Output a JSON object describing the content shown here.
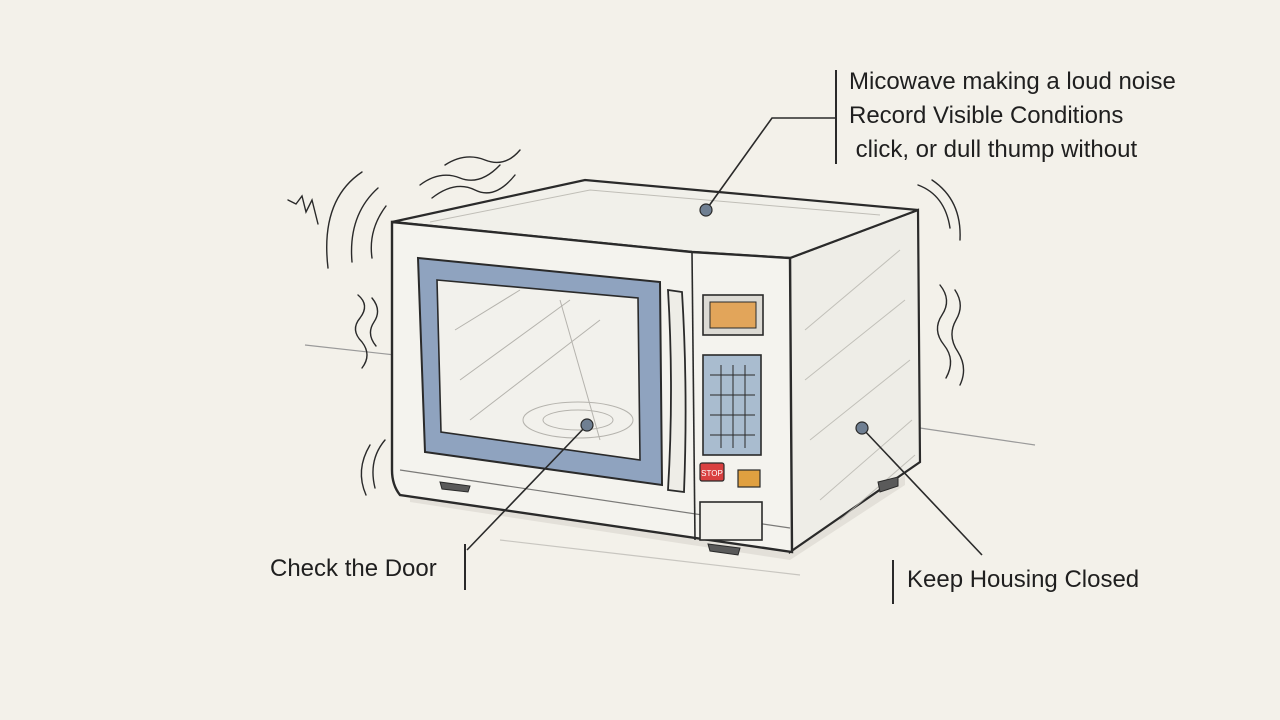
{
  "callouts": {
    "top": {
      "lines": [
        "Micowave making a loud noise",
        "Record Visible Conditions",
        " click, or dull thump without"
      ]
    },
    "door": {
      "label": "Check the Door"
    },
    "housing": {
      "label": "Keep Housing Closed"
    }
  },
  "panel": {
    "stop_label": "STOP"
  },
  "colors": {
    "background": "#f3f1ea",
    "ink": "#2a2a2a",
    "door_frame": "#8fa3bf",
    "display": "#e2a55a",
    "keypad": "#a9bccf",
    "stop_button": "#d94040",
    "start_button": "#e0a040",
    "callout_dot": "#6f7f92"
  }
}
